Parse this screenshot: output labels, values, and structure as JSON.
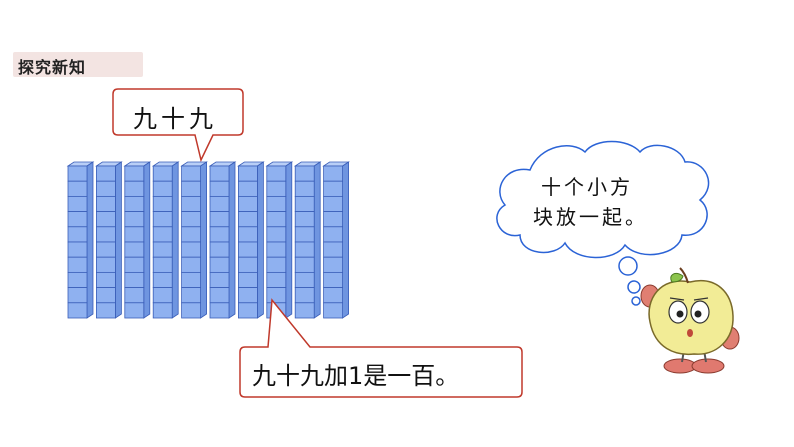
{
  "section_tag": "探究新知",
  "top_callout": "九十九",
  "bottom_callout": "九十九加1是一百。",
  "thought": {
    "line1": "十个小方",
    "line2": "块放一起。"
  },
  "rods": {
    "count": 10,
    "cubes_per_rod": 10
  },
  "colors": {
    "cube_face": "#8fb1f0",
    "cube_top": "#b9cff7",
    "cube_side": "#6f95e0",
    "cube_edge": "#3a5eb8",
    "callout_border": "#c0392b",
    "thought_border": "#2b63d6",
    "tag_bg": "#f3e4e2"
  }
}
